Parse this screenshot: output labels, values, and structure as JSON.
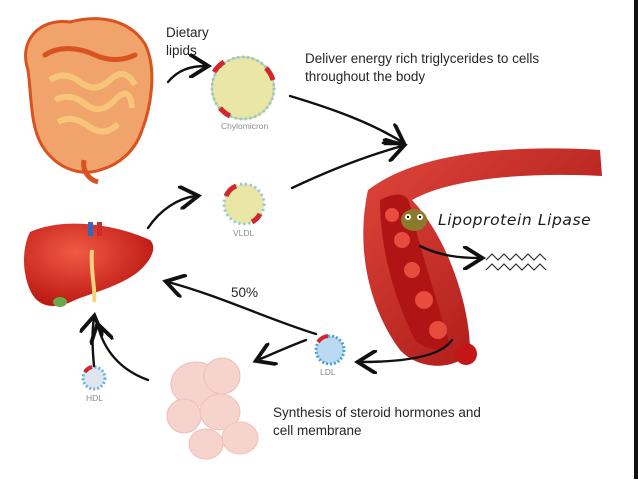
{
  "labels": {
    "dietary": "Dietary lipids",
    "deliver": "Deliver energy rich triglycerides to cells throughout the body",
    "percent": "50%",
    "synthesis": "Synthesis of steroid hormones and cell membrane",
    "chylomicron": "Chylomicron",
    "vldl": "VLDL",
    "ldl": "LDL",
    "hdl": "HDL",
    "lipoprotein_lipase": "Lipoprotein Lipase"
  },
  "colors": {
    "organ_red": "#d9261c",
    "intestine": "#e8743a",
    "cell_pink": "#f6d3cc",
    "particle_core": "#e7e39a",
    "ldl_blue": "#6fb0d8",
    "vessel": "#c81e1e"
  }
}
